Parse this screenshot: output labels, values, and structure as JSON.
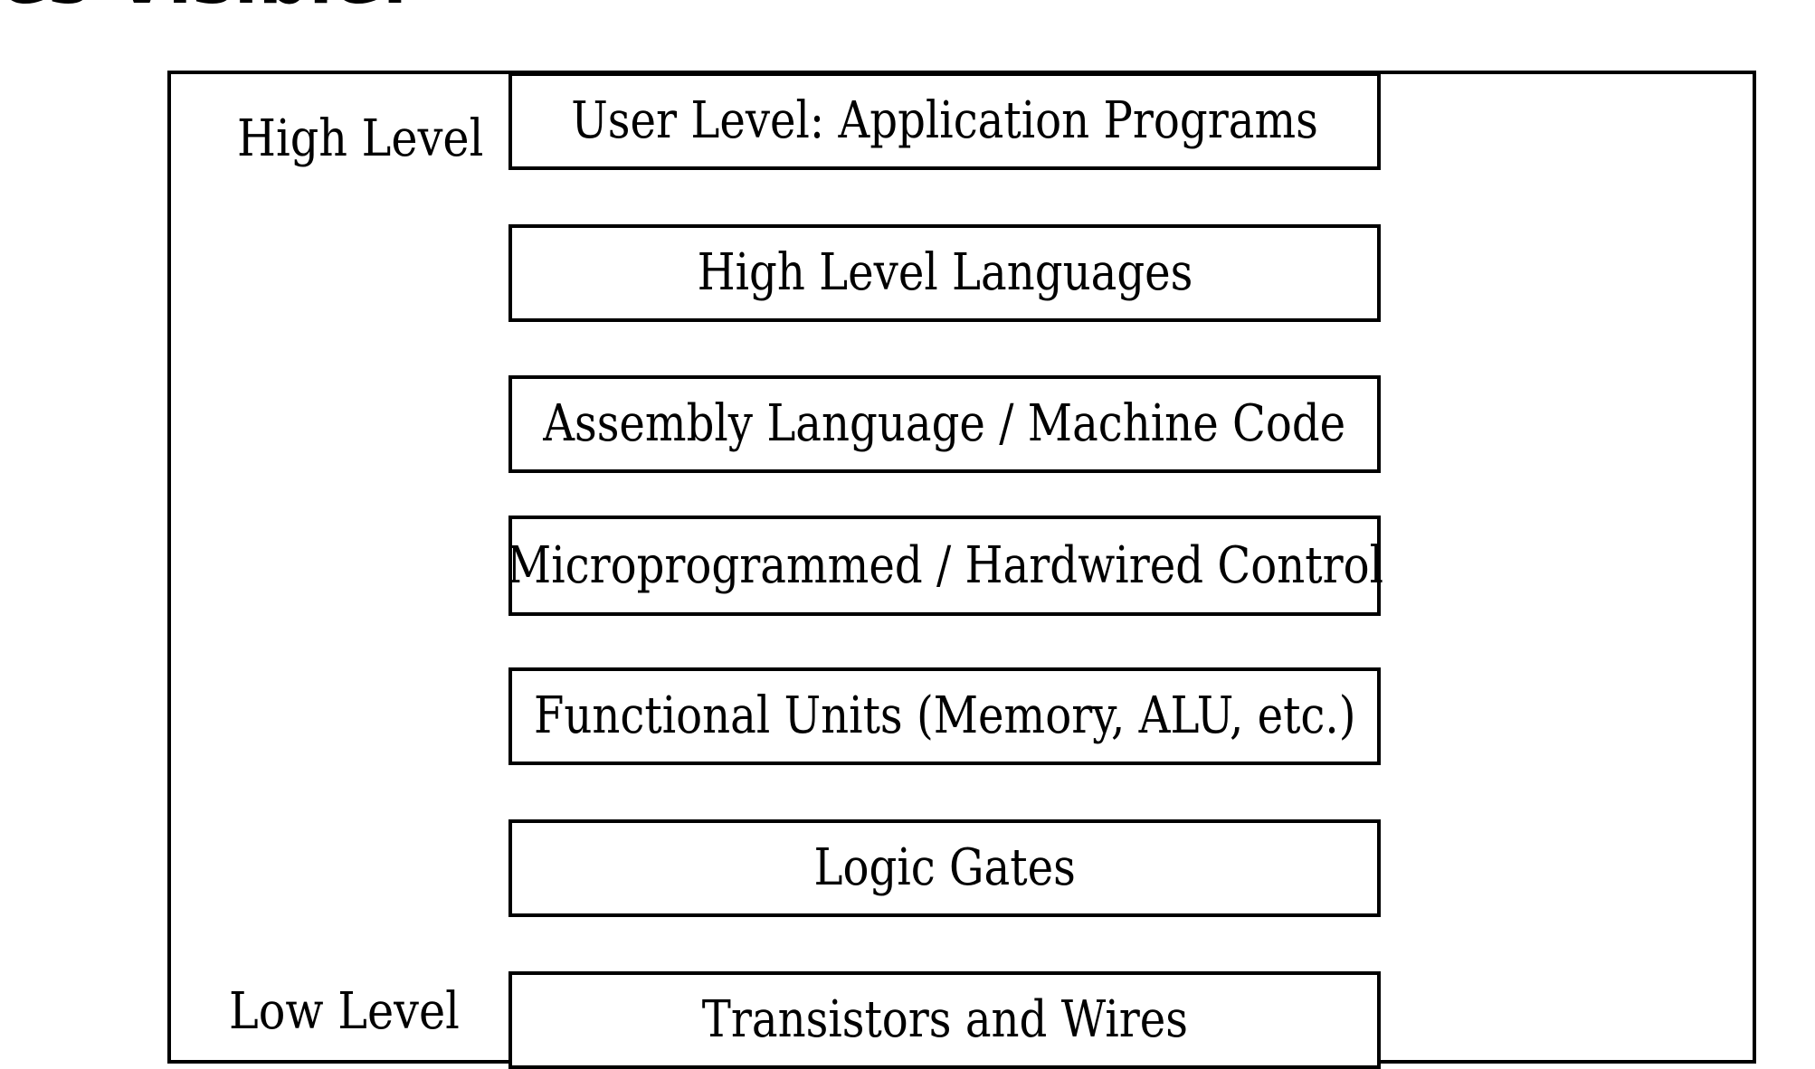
{
  "header": {
    "title_fragment": "es Visible:"
  },
  "diagram": {
    "high_label": "High Level",
    "low_label": "Low Level",
    "layers": [
      "User Level: Application Programs",
      "High Level Languages",
      "Assembly Language / Machine Code",
      "Microprogrammed / Hardwired Control",
      "Functional Units (Memory, ALU, etc.)",
      "Logic Gates",
      "Transistors and Wires"
    ]
  }
}
